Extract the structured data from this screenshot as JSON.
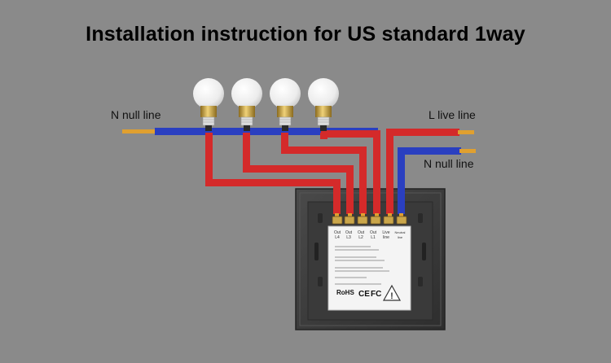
{
  "title": "Installation instruction for US standard 1way",
  "labels": {
    "n_null_left": "N null line",
    "l_live": "L live line",
    "n_null_right": "N null line"
  },
  "terminals": [
    {
      "top": "Out",
      "bottom": "L4"
    },
    {
      "top": "Out",
      "bottom": "L3"
    },
    {
      "top": "Out",
      "bottom": "L2"
    },
    {
      "top": "Out",
      "bottom": "L1"
    },
    {
      "top": "Live",
      "bottom": "line"
    },
    {
      "top": "Neutral",
      "bottom": "line"
    }
  ],
  "marks": {
    "rohs": "RoHS",
    "ce": "CE",
    "fc": "FC"
  },
  "colors": {
    "background": "#8a8a8a",
    "live_wire": "#d42a2a",
    "neutral_wire": "#2a3fc0",
    "copper": "#e0a030"
  },
  "bulb_count": 4
}
